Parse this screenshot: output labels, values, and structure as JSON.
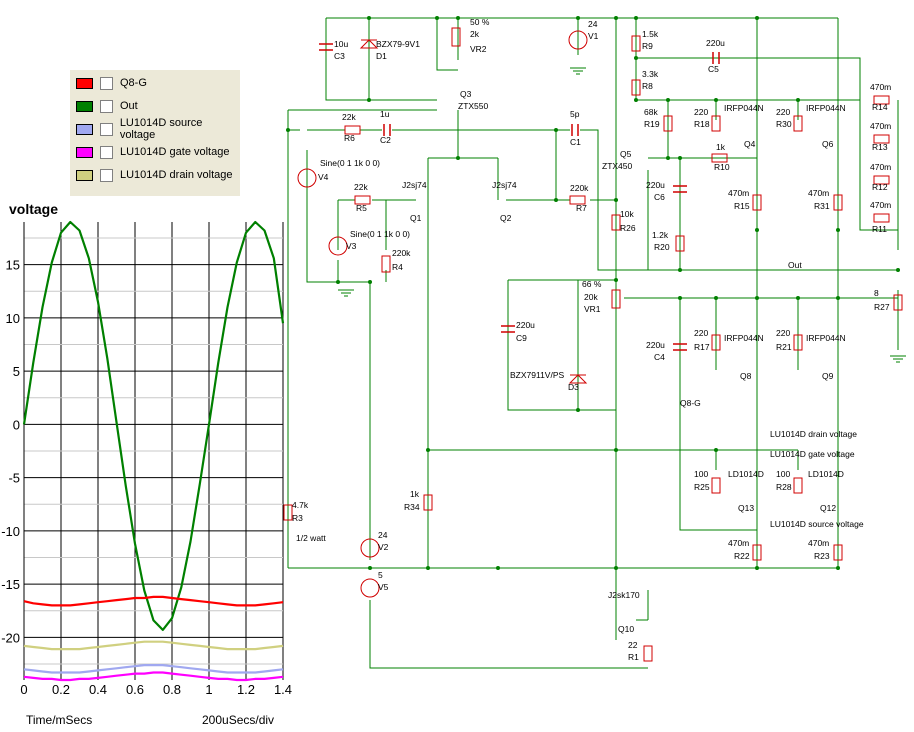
{
  "legend": [
    {
      "label": "Q8-G",
      "color": "#ff0000"
    },
    {
      "label": "Out",
      "color": "#008000"
    },
    {
      "label": "LU1014D source voltage",
      "color": "#a0a8f0"
    },
    {
      "label": "LU1014D gate voltage",
      "color": "#ff00ff"
    },
    {
      "label": "LU1014D drain voltage",
      "color": "#d0d080"
    }
  ],
  "chart": {
    "title": "voltage",
    "xlabel": "Time/mSecs",
    "xdiv": "200uSecs/div"
  },
  "chart_data": {
    "type": "line",
    "title": "voltage",
    "xlabel": "Time/mSecs",
    "ylabel": "",
    "xlim": [
      0,
      1.4
    ],
    "ylim": [
      -24,
      19
    ],
    "x_ticks": [
      "0",
      "0.2",
      "0.4",
      "0.6",
      "0.8",
      "1",
      "1.2",
      "1.4"
    ],
    "y_ticks": [
      "15",
      "10",
      "5",
      "0",
      "-5",
      "-10",
      "-15",
      "-20"
    ],
    "grid": true,
    "legend": "top-left",
    "x": [
      0,
      0.05,
      0.1,
      0.15,
      0.2,
      0.25,
      0.3,
      0.35,
      0.4,
      0.45,
      0.5,
      0.55,
      0.6,
      0.65,
      0.7,
      0.75,
      0.8,
      0.85,
      0.9,
      0.95,
      1.0,
      1.05,
      1.1,
      1.15,
      1.2,
      1.25,
      1.3,
      1.35,
      1.4
    ],
    "series": [
      {
        "name": "Out",
        "color": "#008000",
        "values": [
          0,
          5.8,
          11,
          15.2,
          18.0,
          19.0,
          18.2,
          15.6,
          11.5,
          6.2,
          0.2,
          -5.8,
          -11.2,
          -15.6,
          -18.4,
          -19.3,
          -18.2,
          -15.3,
          -11,
          -5.6,
          0,
          5.8,
          11,
          15.2,
          18.0,
          19.0,
          18.2,
          15.6,
          9.5
        ]
      },
      {
        "name": "Q8-G",
        "color": "#ff0000",
        "values": [
          -16.6,
          -16.8,
          -16.9,
          -17.0,
          -17.0,
          -17.0,
          -16.9,
          -16.8,
          -16.7,
          -16.6,
          -16.5,
          -16.4,
          -16.3,
          -16.3,
          -16.2,
          -16.2,
          -16.3,
          -16.4,
          -16.5,
          -16.6,
          -16.7,
          -16.8,
          -16.9,
          -17.0,
          -17.0,
          -17.0,
          -16.9,
          -16.8,
          -16.7
        ]
      },
      {
        "name": "LU1014D drain voltage",
        "color": "#d0d080",
        "values": [
          -20.8,
          -20.9,
          -21.0,
          -21.1,
          -21.1,
          -21.1,
          -21.1,
          -21.0,
          -20.9,
          -20.8,
          -20.7,
          -20.6,
          -20.5,
          -20.4,
          -20.4,
          -20.4,
          -20.5,
          -20.6,
          -20.7,
          -20.8,
          -20.9,
          -21.0,
          -21.1,
          -21.1,
          -21.1,
          -21.1,
          -21.0,
          -20.9,
          -20.8
        ]
      },
      {
        "name": "LU1014D source voltage",
        "color": "#a0a8f0",
        "values": [
          -23.0,
          -23.1,
          -23.2,
          -23.3,
          -23.3,
          -23.3,
          -23.3,
          -23.2,
          -23.1,
          -23.0,
          -22.9,
          -22.8,
          -22.7,
          -22.6,
          -22.6,
          -22.6,
          -22.7,
          -22.8,
          -22.9,
          -23.0,
          -23.1,
          -23.2,
          -23.3,
          -23.3,
          -23.3,
          -23.3,
          -23.2,
          -23.1,
          -23.0
        ]
      },
      {
        "name": "LU1014D gate voltage",
        "color": "#ff00ff",
        "values": [
          -23.7,
          -23.8,
          -23.9,
          -23.9,
          -24.0,
          -24.0,
          -23.9,
          -23.9,
          -23.8,
          -23.7,
          -23.6,
          -23.5,
          -23.4,
          -23.4,
          -23.3,
          -23.3,
          -23.4,
          -23.5,
          -23.6,
          -23.7,
          -23.8,
          -23.9,
          -23.9,
          -24.0,
          -24.0,
          -23.9,
          -23.9,
          -23.8,
          -23.7
        ]
      }
    ]
  },
  "schematic": {
    "labels": [
      "10u",
      "C3",
      "BZX79-9V1",
      "D1",
      "50 %",
      "2k",
      "VR2",
      "24",
      "V1",
      "1.5k",
      "R9",
      "220u",
      "C5",
      "470m",
      "R14",
      "3.3k",
      "R8",
      "Q3",
      "ZTX550",
      "68k",
      "R19",
      "220",
      "R18",
      "IRFP044N",
      "Q4",
      "220",
      "R30",
      "IRFP044N",
      "Q6",
      "470m",
      "R13",
      "22k",
      "R6",
      "1u",
      "C2",
      "5p",
      "C1",
      "Q5",
      "ZTX450",
      "1k",
      "R10",
      "470m",
      "R12",
      "Sine(0 1 1k 0 0)",
      "V4",
      "22k",
      "R5",
      "J2sj74",
      "Q1",
      "J2sj74",
      "Q2",
      "220k",
      "R7",
      "220u",
      "C6",
      "470m",
      "R15",
      "470m",
      "R31",
      "470m",
      "R11",
      "10k",
      "R26",
      "Sine(0 1 1k 0 0)",
      "V3",
      "220k",
      "R4",
      "1.2k",
      "R20",
      "Out",
      "8",
      "R27",
      "66 %",
      "20k",
      "VR1",
      "220u",
      "C9",
      "220u",
      "C4",
      "220",
      "R17",
      "IRFP044N",
      "Q8",
      "220",
      "R21",
      "IRFP044N",
      "Q9",
      "BZX7911V/PS",
      "D3",
      "Q8-G",
      "LU1014D drain voltage",
      "LU1014D gate voltage",
      "100",
      "R25",
      "LD1014D",
      "Q13",
      "100",
      "R28",
      "LD1014D",
      "Q12",
      "4.7k",
      "R3",
      "1k",
      "R34",
      "1/2 watt",
      "24",
      "V2",
      "LU1014D source voltage",
      "470m",
      "R22",
      "470m",
      "R23",
      "5",
      "V5",
      "J2sk170",
      "Q10",
      "22",
      "R1"
    ]
  }
}
